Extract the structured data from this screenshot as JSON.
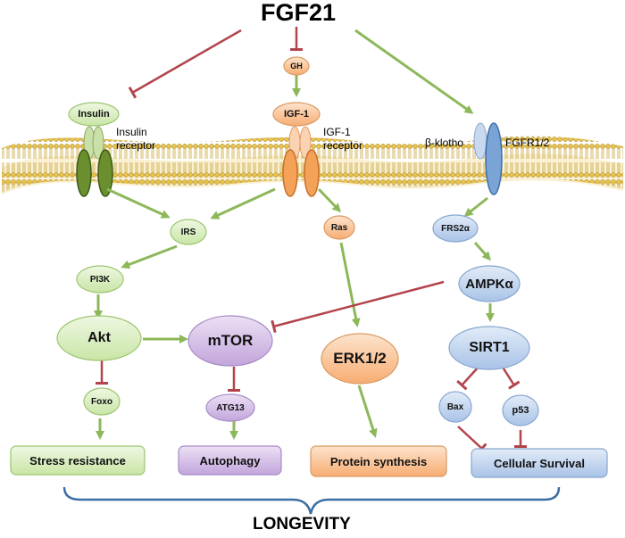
{
  "title": "FGF21",
  "footer": "LONGEVITY",
  "receptor_labels": {
    "insulin_receptor": [
      "Insulin",
      "receptor"
    ],
    "igf1_receptor": [
      "IGF-1",
      "receptor"
    ],
    "beta_klotho": "β-klotho",
    "fgfr": "FGFR1/2"
  },
  "nodes": {
    "gh": "GH",
    "insulin": "Insulin",
    "igf1": "IGF-1",
    "irs": "IRS",
    "ras": "Ras",
    "frs2a": "FRS2α",
    "pi3k": "PI3K",
    "ampk": "AMPKα",
    "akt": "Akt",
    "mtor": "mTOR",
    "erk": "ERK1/2",
    "sirt1": "SIRT1",
    "foxo": "Foxo",
    "atg13": "ATG13",
    "bax": "Bax",
    "p53": "p53"
  },
  "outcomes": {
    "stress": "Stress resistance",
    "autophagy": "Autophagy",
    "protein": "Protein synthesis",
    "survival": "Cellular Survival"
  },
  "colors": {
    "activation": "#8db85a",
    "inhibition": "#b2444b",
    "green_fill": "#ddf0c4",
    "orange_fill": "#fbc99f",
    "purple_fill": "#d6c3e6",
    "blue_fill": "#bfd3ee",
    "brace": "#3a6fa5"
  }
}
